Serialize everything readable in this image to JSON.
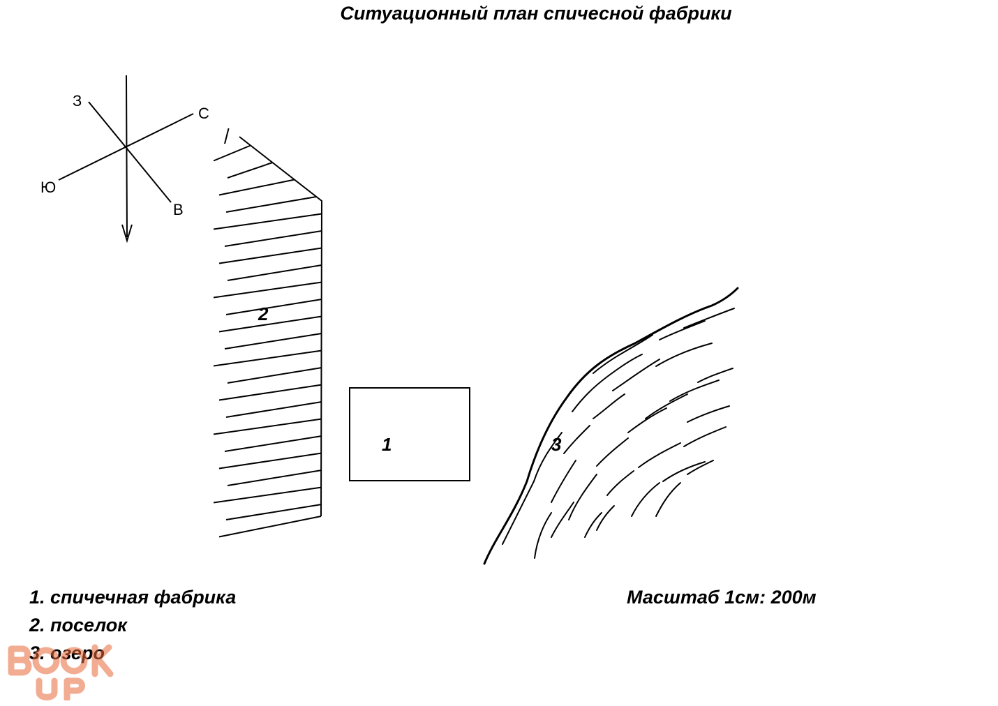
{
  "title": "Ситуационный план спичесной фабрики",
  "compass": {
    "north": "С",
    "south": "Ю",
    "west": "З",
    "east": "В"
  },
  "map_labels": {
    "factory": "1",
    "village": "2",
    "lake": "3"
  },
  "legend": [
    "1. спичечная фабрика",
    "2. поселок",
    "3. озеро"
  ],
  "scale_text": "Масштаб 1см: 200м",
  "watermark": {
    "color": "#e86a3a"
  }
}
